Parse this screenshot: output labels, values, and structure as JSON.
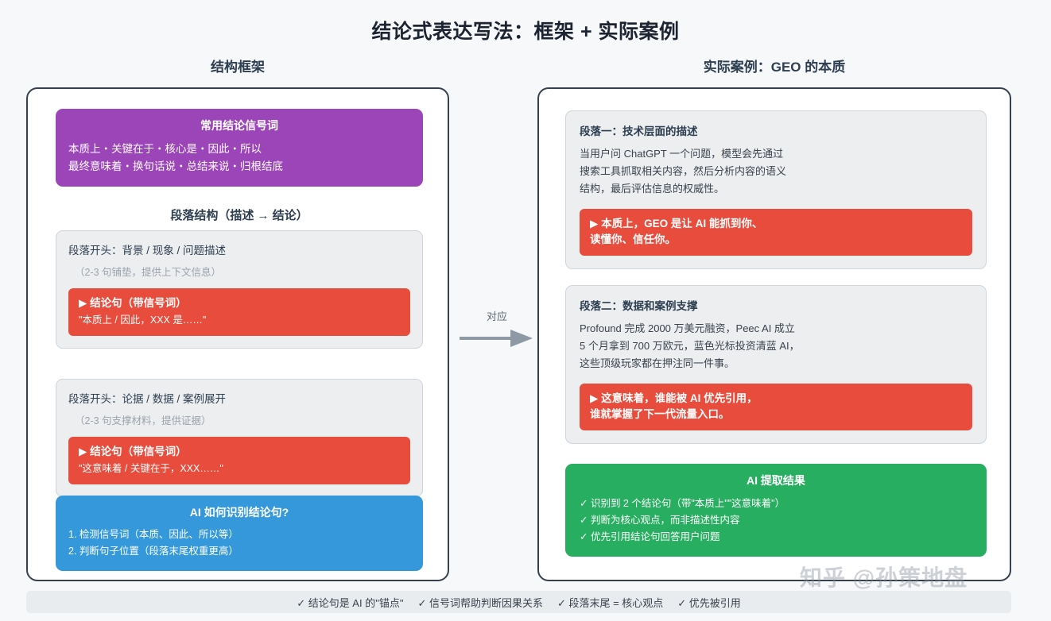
{
  "title": "结论式表达写法：框架 + 实际案例",
  "columns": {
    "left_heading": "结构框架",
    "right_heading": "实际案例：GEO 的本质"
  },
  "connector": {
    "label": "对应",
    "icon": "arrow-right-icon"
  },
  "left": {
    "signal_box": {
      "title": "常用结论信号词",
      "line1": "本质上・关键在于・核心是・因此・所以",
      "line2": "最终意味着・换句话说・总结来说・归根结底",
      "color": "#9b45b8"
    },
    "section_label": "段落结构（描述 → 结论）",
    "cards": [
      {
        "head": "段落开头：背景 / 现象 / 问题描述",
        "sub": "（2-3 句铺垫，提供上下文信息）",
        "conclusion_title": "▶ 结论句（带信号词）",
        "conclusion_quote": "\"本质上 / 因此，XXX 是……\"",
        "color": "#e74c3c"
      },
      {
        "head": "段落开头：论据 / 数据 / 案例展开",
        "sub": "（2-3 句支撑材料，提供证据）",
        "conclusion_title": "▶ 结论句（带信号词）",
        "conclusion_quote": "\"这意味着 / 关键在于，XXX……\"",
        "color": "#e74c3c"
      }
    ],
    "ai_box": {
      "title": "AI 如何识别结论句?",
      "items": [
        "1. 检测信号词（本质、因此、所以等）",
        "2. 判断句子位置（段落末尾权重更高）"
      ],
      "color": "#3498db"
    }
  },
  "right": {
    "cards": [
      {
        "head": "段落一：技术层面的描述",
        "lines": [
          "当用户问 ChatGPT 一个问题，模型会先通过",
          "搜索工具抓取相关内容，然后分析内容的语义",
          "结构，最后评估信息的权威性。"
        ],
        "conclusion_lines": [
          "▶ 本质上，GEO 是让 AI 能抓到你、",
          "读懂你、信任你。"
        ],
        "color": "#e74c3c"
      },
      {
        "head": "段落二：数据和案例支撑",
        "lines": [
          "Profound 完成 2000 万美元融资，Peec AI 成立",
          "5 个月拿到 700 万欧元，蓝色光标投资清蓝 AI，",
          "这些顶级玩家都在押注同一件事。"
        ],
        "conclusion_lines": [
          "▶ 这意味着，谁能被 AI 优先引用，",
          "谁就掌握了下一代流量入口。"
        ],
        "color": "#e74c3c"
      }
    ],
    "result_box": {
      "title": "AI 提取结果",
      "items": [
        "✓ 识别到 2 个结论句（带\"本质上\"\"这意味着\"）",
        "✓ 判断为核心观点，而非描述性内容",
        "✓ 优先引用结论句回答用户问题"
      ],
      "color": "#27ae60"
    }
  },
  "footer": {
    "items": [
      "✓ 结论句是 AI 的\"锚点\"",
      "✓ 信号词帮助判断因果关系",
      "✓ 段落末尾 = 核心观点",
      "✓ 优先被引用"
    ]
  },
  "watermark": "知乎 @孙策地盘"
}
